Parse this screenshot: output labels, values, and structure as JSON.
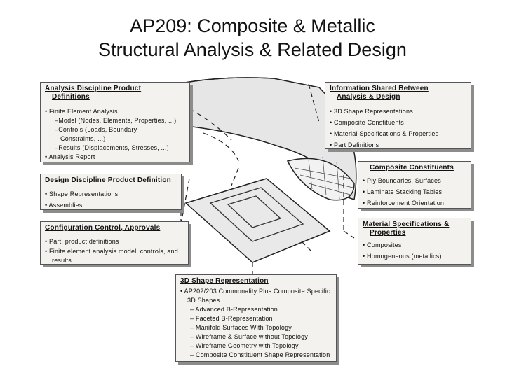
{
  "title": {
    "line1": "AP209: Composite & Metallic",
    "line2": "Structural Analysis & Related Design"
  },
  "analysis_box": {
    "heading_line1": "Analysis Discipline Product",
    "heading_line2": "Definitions",
    "items": [
      "• Finite Element Analysis",
      "–Model (Nodes, Elements, Properties, ...)",
      "–Controls (Loads, Boundary",
      "Constraints, ...)",
      "–Results (Displacements, Stresses, ...)",
      "• Analysis Report"
    ]
  },
  "info_box": {
    "heading_line1": "Information Shared Between",
    "heading_line2": "Analysis & Design",
    "items": [
      "• 3D Shape Representations",
      "• Composite Constituents",
      "• Material Specifications & Properties",
      "• Part Definitions"
    ]
  },
  "design_box": {
    "heading": "Design Discipline Product Definition",
    "items": [
      "• Shape Representations",
      "• Assemblies"
    ]
  },
  "config_box": {
    "heading": "Configuration Control, Approvals",
    "items": [
      "• Part, product definitions",
      "• Finite element analysis model, controls, and",
      "results"
    ]
  },
  "composite_box": {
    "heading": "Composite Constituents",
    "items": [
      "• Ply Boundaries, Surfaces",
      "• Laminate Stacking Tables",
      "• Reinforcement Orientation"
    ]
  },
  "material_box": {
    "heading_line1": "Material Specifications &",
    "heading_line2": "Properties",
    "items": [
      "• Composites",
      "• Homogeneous (metallics)"
    ]
  },
  "shape_box": {
    "heading": "3D Shape Representation",
    "items": [
      "• AP202/203 Commonality Plus Composite Specific",
      "3D Shapes",
      "– Advanced B-Representation",
      "– Faceted B-Representation",
      "– Manifold Surfaces With Topology",
      "– Wireframe & Surface without Topology",
      "– Wireframe Geometry with Topology",
      "– Composite Constituent Shape Representation"
    ]
  }
}
